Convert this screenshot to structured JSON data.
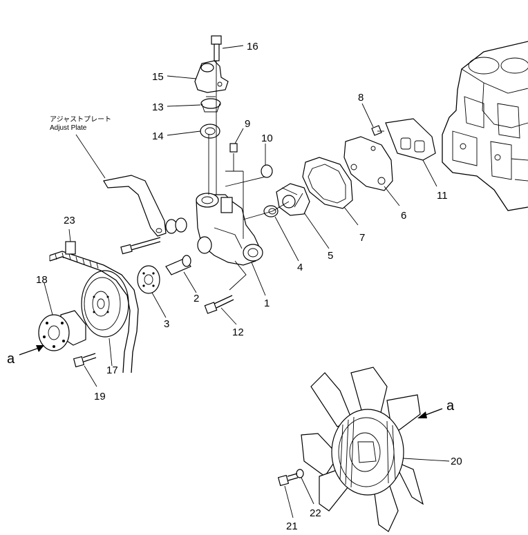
{
  "diagram": {
    "adjust_plate_jp": "アジャストプレート",
    "adjust_plate_en": "Adjust Plate",
    "view_arrow_label": "a",
    "callouts": [
      {
        "id": "c1",
        "text": "1"
      },
      {
        "id": "c2",
        "text": "2"
      },
      {
        "id": "c3",
        "text": "3"
      },
      {
        "id": "c4",
        "text": "4"
      },
      {
        "id": "c5",
        "text": "5"
      },
      {
        "id": "c6",
        "text": "6"
      },
      {
        "id": "c7",
        "text": "7"
      },
      {
        "id": "c8",
        "text": "8"
      },
      {
        "id": "c9",
        "text": "9"
      },
      {
        "id": "c10",
        "text": "10"
      },
      {
        "id": "c11",
        "text": "11"
      },
      {
        "id": "c12",
        "text": "12"
      },
      {
        "id": "c13",
        "text": "13"
      },
      {
        "id": "c14",
        "text": "14"
      },
      {
        "id": "c15",
        "text": "15"
      },
      {
        "id": "c16",
        "text": "16"
      },
      {
        "id": "c17",
        "text": "17"
      },
      {
        "id": "c18",
        "text": "18"
      },
      {
        "id": "c19",
        "text": "19"
      },
      {
        "id": "c20",
        "text": "20"
      },
      {
        "id": "c21",
        "text": "21"
      },
      {
        "id": "c22",
        "text": "22"
      },
      {
        "id": "c23",
        "text": "23"
      }
    ]
  }
}
